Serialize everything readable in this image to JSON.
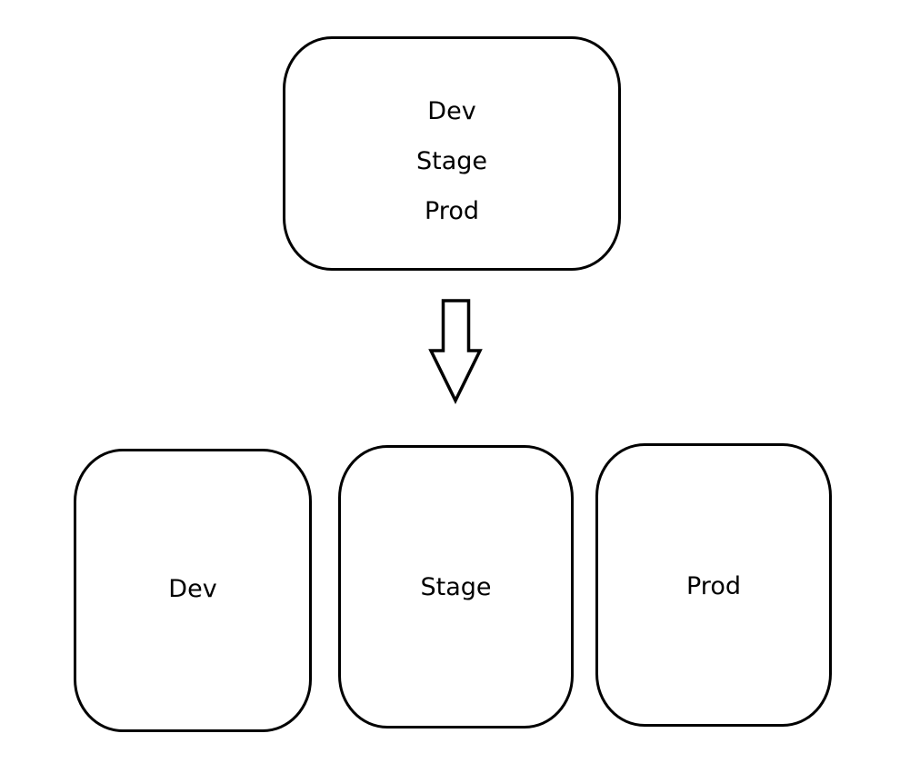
{
  "combined_environment": {
    "lines": [
      "Dev",
      "Stage",
      "Prod"
    ]
  },
  "arrow": {
    "icon": "down-arrow-icon",
    "direction": "down"
  },
  "separate_environments": [
    {
      "label": "Dev"
    },
    {
      "label": "Stage"
    },
    {
      "label": "Prod"
    }
  ],
  "colors": {
    "stroke": "#000000",
    "background": "#ffffff"
  }
}
